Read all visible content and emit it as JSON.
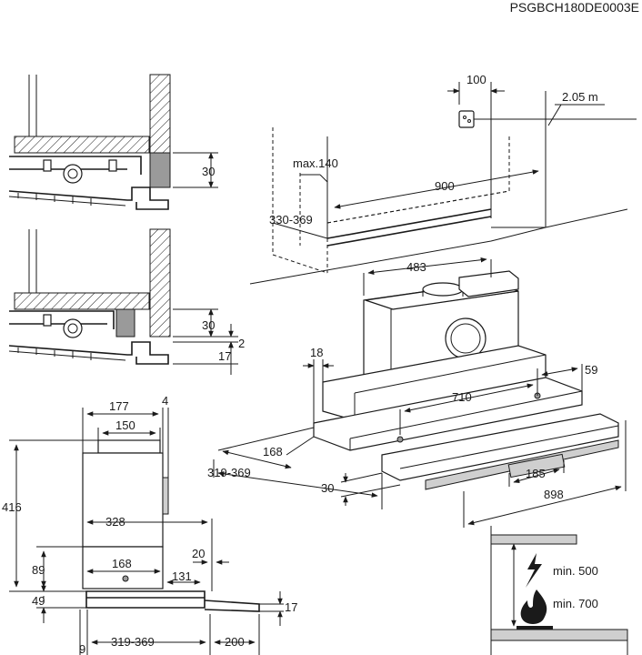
{
  "document_code": "PSGBCH180DE0003E",
  "dimensions": {
    "d100": "100",
    "d2_05m": "2.05 m",
    "dmax140": "max.140",
    "d900": "900",
    "d330_369": "330-369",
    "d30_top": "30",
    "d30_mid": "30",
    "d2": "2",
    "d17_mid": "17",
    "d483": "483",
    "d18": "18",
    "d59": "59",
    "d710": "710",
    "d168_iso": "168",
    "d319_369_iso": "319-369",
    "d30_iso": "30",
    "d185": "185",
    "d898": "898",
    "d177": "177",
    "d4": "4",
    "d150": "150",
    "d416": "416",
    "d328": "328",
    "d89": "89",
    "d168_side": "168",
    "d20": "20",
    "d131": "131",
    "d49": "49",
    "d17_side": "17",
    "d9": "9",
    "d319_369_side": "319-369",
    "d200": "200"
  },
  "clearance": {
    "electric": "min. 500",
    "gas": "min. 700"
  }
}
